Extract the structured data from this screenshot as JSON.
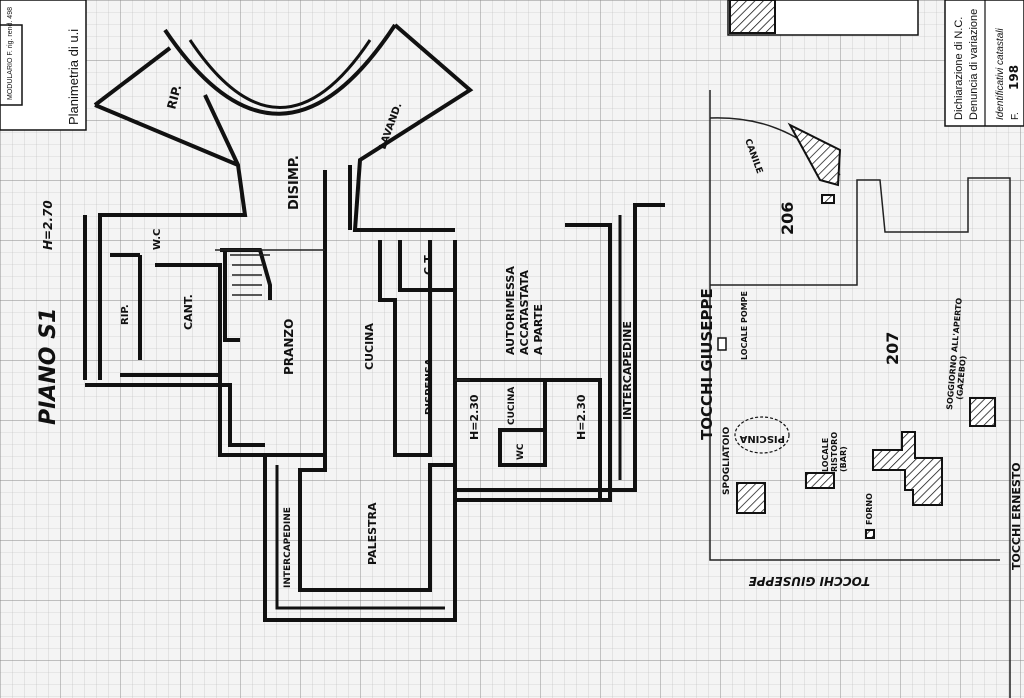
{
  "header": {
    "form_code": "MODULARIO F. rig. rend. 498",
    "title": "Planimetria di u.i",
    "declaration_line1": "Dichiarazione di N.C.",
    "declaration_line2": "Denuncia di variazione",
    "identifiers_label": "Identificativi catastali",
    "sheet_label": "F.",
    "sheet_number": "198"
  },
  "floor": {
    "name": "PIANO S1",
    "height": "H=2.70"
  },
  "rooms": {
    "rip_top": "RIP.",
    "disimp": "DISIMP.",
    "lavand": "LAVAND.",
    "wc_left": "W.C",
    "rip_left": "RIP.",
    "cant": "CANT.",
    "pranzo": "PRANZO",
    "cucina": "CUCINA",
    "dispensa": "DISPENSA",
    "ct": "C.T.",
    "autorimessa": [
      "AUTORIMESSA",
      "ACCATASTATA",
      "A PARTE"
    ],
    "h230_a": "H=2.30",
    "cucina_small": "CUCINA",
    "wc_small": "WC",
    "h230_b": "H=2.30",
    "intercapedine_right": "INTERCAPEDINE",
    "palestra": "PALESTRA",
    "intercapedine_bottom": "INTERCAPEDINE"
  },
  "site": {
    "owner_vertical": "TOCCHI GIUSEPPE",
    "owner_bottom": "TOCCHI GIUSEPPE",
    "owner_right": "TOCCHI ERNESTO",
    "parcel_206": "206",
    "parcel_207": "207",
    "canile": "CANILE",
    "piscina": "PISCINA",
    "spogliatoio": "SPOGLIATOIO",
    "locale_pompe": "LOCALE POMPE",
    "locale_ristoro": [
      "LOCALE",
      "RISTORO",
      "(BAR)"
    ],
    "forno": "FORNO",
    "soggiorno": [
      "SOGGIORNO ALL'APERTO",
      "(GAZEBO)"
    ]
  }
}
